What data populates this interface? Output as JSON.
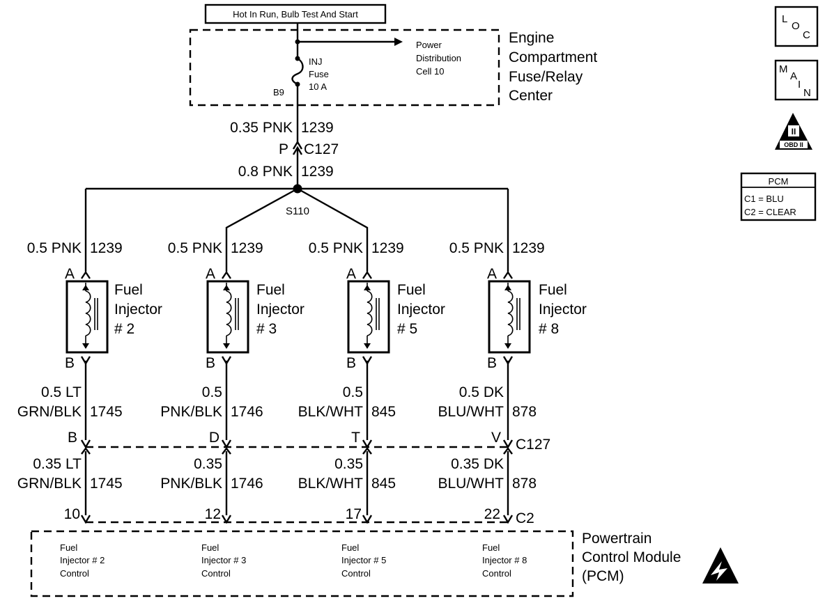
{
  "source": {
    "label": "Hot In Run, Bulb Test And Start"
  },
  "fuse_center": {
    "name_lines": [
      "Engine",
      "Compartment",
      "Fuse/Relay",
      "Center"
    ],
    "fuse_lines": [
      "INJ",
      "Fuse",
      "10 A"
    ],
    "cavity": "B9",
    "power_lines": [
      "Power",
      "Distribution",
      "Cell 10"
    ]
  },
  "main_wire": {
    "upper": {
      "gauge": "0.35 PNK",
      "circuit": "1239"
    },
    "connector_pin": "P",
    "connector": "C127",
    "lower": {
      "gauge": "0.8 PNK",
      "circuit": "1239"
    },
    "splice": "S110"
  },
  "injectors": [
    {
      "feed_gauge": "0.5 PNK",
      "feed_circuit": "1239",
      "pin_a": "A",
      "pin_b": "B",
      "name_lines": [
        "Fuel",
        "Injector",
        "# 2"
      ],
      "ret_gauge_lines": [
        "0.5 LT",
        "GRN/BLK"
      ],
      "ret_circuit": "1745",
      "c127_pin": "B",
      "pcm_gauge_lines": [
        "0.35 LT",
        "GRN/BLK"
      ],
      "pcm_circuit": "1745",
      "pcm_pin": "10",
      "pcm_label_lines": [
        "Fuel",
        "Injector # 2",
        "Control"
      ]
    },
    {
      "feed_gauge": "0.5 PNK",
      "feed_circuit": "1239",
      "pin_a": "A",
      "pin_b": "B",
      "name_lines": [
        "Fuel",
        "Injector",
        "# 3"
      ],
      "ret_gauge_lines": [
        "0.5",
        "PNK/BLK"
      ],
      "ret_circuit": "1746",
      "c127_pin": "D",
      "pcm_gauge_lines": [
        "0.35",
        "PNK/BLK"
      ],
      "pcm_circuit": "1746",
      "pcm_pin": "12",
      "pcm_label_lines": [
        "Fuel",
        "Injector # 3",
        "Control"
      ]
    },
    {
      "feed_gauge": "0.5 PNK",
      "feed_circuit": "1239",
      "pin_a": "A",
      "pin_b": "B",
      "name_lines": [
        "Fuel",
        "Injector",
        "# 5"
      ],
      "ret_gauge_lines": [
        "0.5",
        "BLK/WHT"
      ],
      "ret_circuit": "845",
      "c127_pin": "T",
      "pcm_gauge_lines": [
        "0.35",
        "BLK/WHT"
      ],
      "pcm_circuit": "845",
      "pcm_pin": "17",
      "pcm_label_lines": [
        "Fuel",
        "Injector # 5",
        "Control"
      ]
    },
    {
      "feed_gauge": "0.5 PNK",
      "feed_circuit": "1239",
      "pin_a": "A",
      "pin_b": "B",
      "name_lines": [
        "Fuel",
        "Injector",
        "# 8"
      ],
      "ret_gauge_lines": [
        "0.5 DK",
        "BLU/WHT"
      ],
      "ret_circuit": "878",
      "c127_pin": "V",
      "pcm_gauge_lines": [
        "0.35 DK",
        "BLU/WHT"
      ],
      "pcm_circuit": "878",
      "pcm_pin": "22",
      "pcm_label_lines": [
        "Fuel",
        "Injector # 8",
        "Control"
      ]
    }
  ],
  "lower_connector": "C127",
  "pcm_connector": "C2",
  "pcm": {
    "name_lines": [
      "Powertrain",
      "Control Module",
      "(PCM)"
    ]
  },
  "legend": {
    "loc_icon": {
      "chars": [
        "L",
        "O",
        "C"
      ]
    },
    "main_icon": {
      "chars": [
        "M",
        "A",
        "I",
        "N"
      ]
    },
    "obd_icon": {
      "roman": "II",
      "label": "OBD II"
    },
    "pcm_box": {
      "title": "PCM",
      "lines": [
        "C1 = BLU",
        "C2 = CLEAR"
      ]
    }
  }
}
